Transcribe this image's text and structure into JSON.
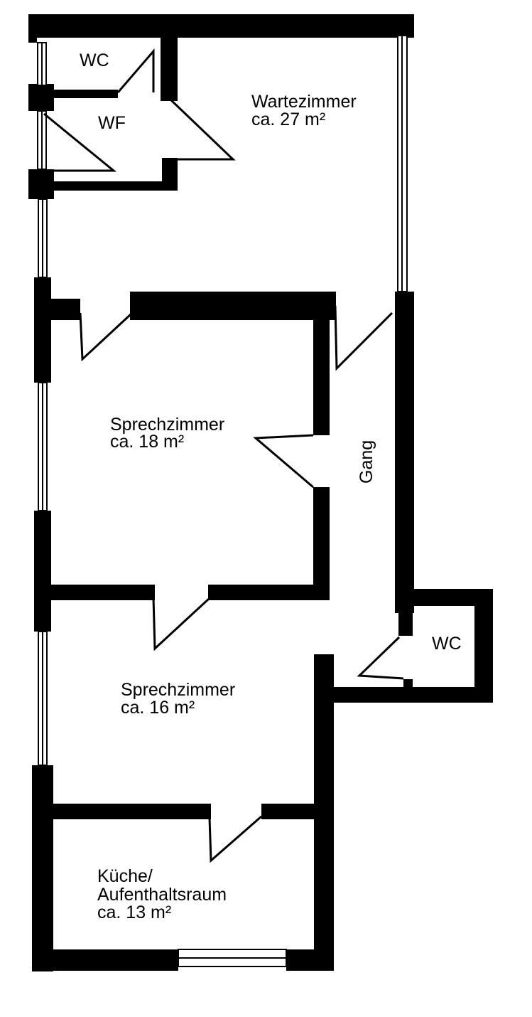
{
  "rooms": {
    "wc_top": {
      "name": "WC"
    },
    "wf": {
      "name": "WF"
    },
    "wartezimmer": {
      "name": "Wartezimmer",
      "area": "ca. 27 m²"
    },
    "sprechzimmer_1": {
      "name": "Sprechzimmer",
      "area": "ca. 18 m²"
    },
    "gang": {
      "name": "Gang"
    },
    "wc_side": {
      "name": "WC"
    },
    "sprechzimmer_2": {
      "name": "Sprechzimmer",
      "area": "ca. 16 m²"
    },
    "kueche": {
      "name_line1": "Küche/",
      "name_line2": "Aufenthaltsraum",
      "area": "ca. 13 m²"
    }
  },
  "colors": {
    "wall": "#000000",
    "background": "#ffffff"
  }
}
